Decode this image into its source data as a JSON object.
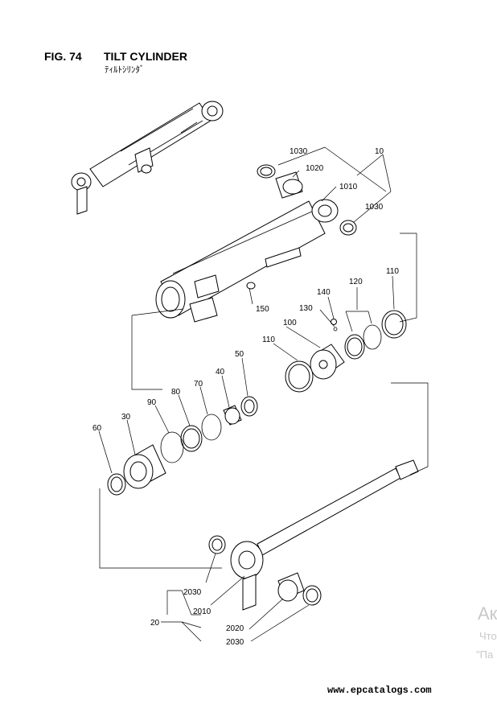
{
  "header": {
    "fig_number": "FIG. 74",
    "title": "TILT CYLINDER",
    "subtitle": "ﾃｨﾙﾄｼﾘﾝﾀﾞ"
  },
  "callouts": {
    "c1030a": "1030",
    "c10": "10",
    "c1020": "1020",
    "c1010": "1010",
    "c1030b": "1030",
    "c150": "150",
    "c140": "140",
    "c120": "120",
    "c110a": "110",
    "c130": "130",
    "c100": "100",
    "c110b": "110",
    "c50": "50",
    "c40": "40",
    "c70": "70",
    "c80": "80",
    "c90": "90",
    "c30": "30",
    "c60": "60",
    "c2030a": "2030",
    "c2010": "2010",
    "c20": "20",
    "c2020": "2020",
    "c2030b": "2030"
  },
  "watermark": {
    "line1": "Ак",
    "line2": "Что",
    "line3": "\"Па"
  },
  "footer": {
    "website": "www.epcatalogs.com"
  }
}
